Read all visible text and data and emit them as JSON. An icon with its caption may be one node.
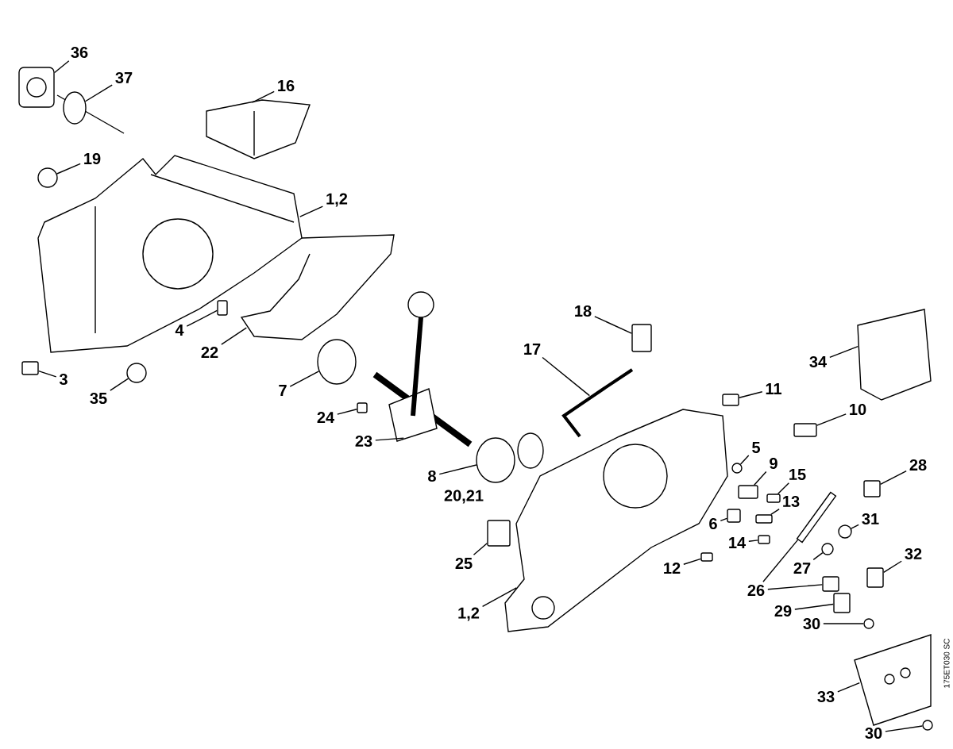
{
  "diagram": {
    "nodes": [
      {
        "text": [
          "36"
        ]
      },
      {
        "text": [
          "37"
        ]
      },
      {
        "text": [
          "16"
        ]
      },
      {
        "text": [
          "19"
        ]
      },
      {
        "text": [
          "1,2"
        ]
      },
      {
        "text": [
          "4"
        ]
      },
      {
        "text": [
          "22"
        ]
      },
      {
        "text": [
          "3"
        ]
      },
      {
        "text": [
          "35"
        ]
      },
      {
        "text": [
          "7"
        ]
      },
      {
        "text": [
          "24"
        ]
      },
      {
        "text": [
          "23"
        ]
      },
      {
        "text": [
          "8"
        ]
      },
      {
        "text": [
          "17"
        ]
      },
      {
        "text": [
          "18"
        ]
      },
      {
        "text": [
          "34"
        ]
      },
      {
        "text": [
          "11"
        ]
      },
      {
        "text": [
          "10"
        ]
      },
      {
        "text": [
          "5"
        ]
      },
      {
        "text": [
          "9"
        ]
      },
      {
        "text": [
          "15"
        ]
      },
      {
        "text": [
          "28"
        ]
      },
      {
        "text": [
          "13"
        ]
      },
      {
        "text": [
          "6"
        ]
      },
      {
        "text": [
          "31"
        ]
      },
      {
        "text": [
          "14"
        ]
      },
      {
        "text": [
          "12"
        ]
      },
      {
        "text": [
          "27"
        ]
      },
      {
        "text": [
          "32"
        ]
      },
      {
        "text": [
          "26"
        ]
      },
      {
        "text": [
          "25"
        ]
      },
      {
        "text": [
          "1,2"
        ]
      },
      {
        "text": [
          "29"
        ]
      },
      {
        "text": [
          "30"
        ]
      },
      {
        "text": [
          "33"
        ]
      },
      {
        "text": [
          "30"
        ]
      },
      {
        "text": [],
        "shape": "picture"
      },
      {
        "text": [],
        "shape": "circle"
      },
      {
        "text": [],
        "shape": "circle"
      },
      {
        "text": [],
        "shape": "box"
      },
      {
        "text": [],
        "shape": "box"
      },
      {
        "text": [],
        "shape": "circle"
      },
      {
        "text": [],
        "shape": "circle"
      },
      {
        "text": [],
        "shape": "box"
      },
      {
        "text": [],
        "shape": "circle"
      },
      {
        "text": [],
        "shape": "box"
      },
      {
        "text": [],
        "shape": "box"
      },
      {
        "text": [],
        "shape": "box"
      },
      {
        "text": [],
        "shape": "circle"
      },
      {
        "text": [],
        "shape": "box"
      },
      {
        "text": [],
        "shape": "box"
      },
      {
        "text": [],
        "shape": "box"
      },
      {
        "text": [],
        "shape": "box"
      },
      {
        "text": [],
        "shape": "box"
      },
      {
        "text": [],
        "shape": "circle"
      },
      {
        "text": [],
        "shape": "box"
      },
      {
        "text": [],
        "shape": "box"
      },
      {
        "text": [],
        "shape": "circle"
      },
      {
        "text": [],
        "shape": "box"
      },
      {
        "text": [],
        "shape": "bar"
      },
      {
        "text": [],
        "shape": "box"
      },
      {
        "text": [],
        "shape": "box"
      },
      {
        "text": [],
        "shape": "box"
      },
      {
        "text": [],
        "shape": "circle"
      },
      {
        "text": [],
        "shape": "circle"
      },
      {
        "text": [],
        "shape": "picture"
      },
      {
        "text": [],
        "shape": "picture"
      },
      {
        "text": [],
        "shape": "picture"
      },
      {
        "text": [],
        "shape": "picture"
      },
      {
        "text": [],
        "shape": "picture"
      },
      {
        "text": [],
        "shape": "picture"
      },
      {
        "text": [],
        "shape": "picture"
      },
      {
        "text": [],
        "shape": "picture"
      }
    ],
    "edges": [
      {
        "from": 0,
        "to": 36,
        "arrow": "none"
      },
      {
        "from": 1,
        "to": 37,
        "arrow": "none"
      },
      {
        "from": 2,
        "to": 66,
        "arrow": "none"
      },
      {
        "from": 3,
        "to": 38,
        "arrow": "none"
      },
      {
        "from": 4,
        "to": 65,
        "arrow": "none"
      },
      {
        "from": 5,
        "to": 39,
        "arrow": "none"
      },
      {
        "from": 6,
        "to": 67,
        "arrow": "none"
      },
      {
        "from": 7,
        "to": 40,
        "arrow": "none"
      },
      {
        "from": 8,
        "to": 41,
        "arrow": "none"
      },
      {
        "from": 9,
        "to": 42,
        "arrow": "none"
      },
      {
        "from": 10,
        "to": 43,
        "arrow": "none"
      },
      {
        "from": 11,
        "to": 68,
        "arrow": "none"
      },
      {
        "from": 12,
        "to": 44,
        "arrow": "none"
      },
      {
        "from": 13,
        "to": 69,
        "arrow": "none"
      },
      {
        "from": 14,
        "to": 45,
        "arrow": "none"
      },
      {
        "from": 15,
        "to": 70,
        "arrow": "none"
      },
      {
        "from": 16,
        "to": 46,
        "arrow": "none"
      },
      {
        "from": 17,
        "to": 47,
        "arrow": "none"
      },
      {
        "from": 18,
        "to": 48,
        "arrow": "none"
      },
      {
        "from": 19,
        "to": 49,
        "arrow": "none"
      },
      {
        "from": 20,
        "to": 50,
        "arrow": "none"
      },
      {
        "from": 21,
        "to": 51,
        "arrow": "none"
      },
      {
        "from": 22,
        "to": 52,
        "arrow": "none"
      },
      {
        "from": 23,
        "to": 53,
        "arrow": "none"
      },
      {
        "from": 24,
        "to": 54,
        "arrow": "none"
      },
      {
        "from": 25,
        "to": 55,
        "arrow": "none"
      },
      {
        "from": 26,
        "to": 56,
        "arrow": "none"
      },
      {
        "from": 27,
        "to": 57,
        "arrow": "none"
      },
      {
        "from": 28,
        "to": 58,
        "arrow": "none"
      },
      {
        "from": 29,
        "to": 59,
        "arrow": "none"
      },
      {
        "from": 29,
        "to": 60,
        "arrow": "none"
      },
      {
        "from": 30,
        "to": 61,
        "arrow": "none"
      },
      {
        "from": 31,
        "to": 71,
        "arrow": "none"
      },
      {
        "from": 32,
        "to": 62,
        "arrow": "none"
      },
      {
        "from": 33,
        "to": 63,
        "arrow": "none"
      },
      {
        "from": 34,
        "to": 72,
        "arrow": "none"
      },
      {
        "from": 35,
        "to": 64,
        "arrow": "none"
      }
    ],
    "labels": [
      "20,21",
      "175ET030 SC"
    ]
  }
}
